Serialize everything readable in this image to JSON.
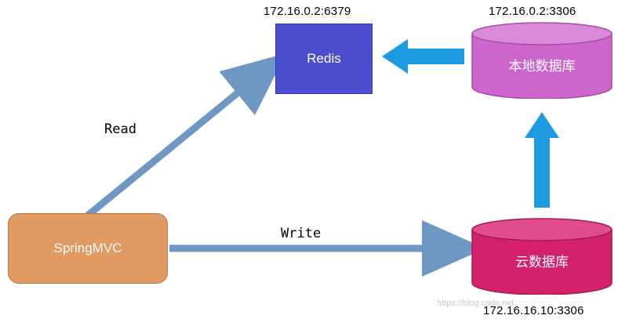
{
  "diagram": {
    "title": "",
    "nodes": [
      {
        "id": "redis",
        "label": "Redis",
        "address": "172.16.0.2:6379",
        "shape": "rectangle",
        "fill": "#4d4dcf",
        "text_color": "#ffffff"
      },
      {
        "id": "local-db",
        "label": "本地数据库",
        "address": "172.16.0.2:3306",
        "shape": "cylinder",
        "fill": "#cc66cc",
        "text_color": "#ffffff"
      },
      {
        "id": "springmvc",
        "label": "SpringMVC",
        "address": "",
        "shape": "rounded-rectangle",
        "fill": "#e09a62",
        "text_color": "#ffffff"
      },
      {
        "id": "cloud-db",
        "label": "云数据库",
        "address": "172.16.16.10:3306",
        "shape": "cylinder",
        "fill": "#d4216b",
        "text_color": "#ffffff"
      }
    ],
    "edges": [
      {
        "id": "read-edge",
        "label": "Read",
        "from": "springmvc",
        "to": "redis",
        "color": "#6e97c4"
      },
      {
        "id": "write-edge",
        "label": "Write",
        "from": "springmvc",
        "to": "cloud-db",
        "color": "#6e97c4"
      },
      {
        "id": "sync-to-redis-edge",
        "label": "",
        "from": "local-db",
        "to": "redis",
        "color": "#1e9ae0"
      },
      {
        "id": "sync-to-local-db-edge",
        "label": "",
        "from": "cloud-db",
        "to": "local-db",
        "color": "#1e9ae0"
      }
    ],
    "watermark": "https://blog.csdn.net"
  }
}
